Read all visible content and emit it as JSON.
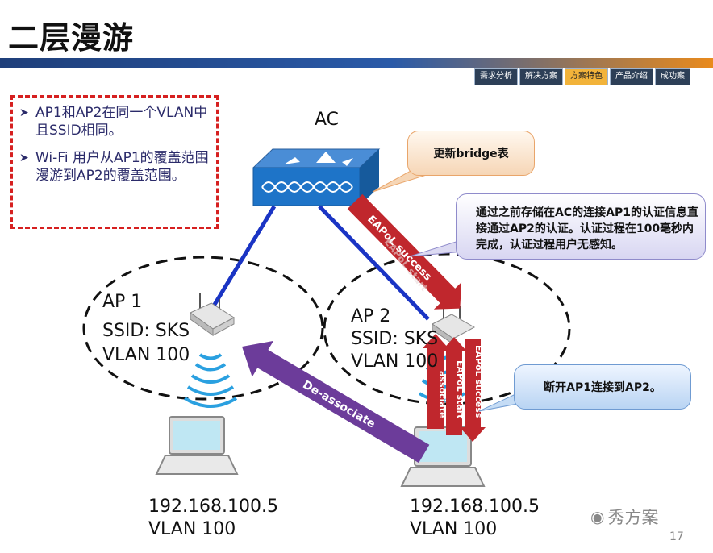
{
  "title": "二层漫游",
  "nav_tabs": [
    {
      "label": "需求分析",
      "active": false
    },
    {
      "label": "解决方案",
      "active": false
    },
    {
      "label": "方案特色",
      "active": true
    },
    {
      "label": "产品介绍",
      "active": false
    },
    {
      "label": "成功案",
      "active": false
    }
  ],
  "bullets": [
    "AP1和AP2在同一个VLAN中且SSID相同。",
    "Wi-Fi 用户从AP1的覆盖范围漫游到AP2的覆盖范围。"
  ],
  "ac": {
    "label": "AC"
  },
  "ap1": {
    "name": "AP 1",
    "ssid": "SSID: SKS",
    "vlan": "VLAN 100"
  },
  "ap2": {
    "name": "AP 2",
    "ssid": "SSID: SKS",
    "vlan": "VLAN 100"
  },
  "client1": {
    "ip": "192.168.100.5",
    "vlan": "VLAN 100"
  },
  "client2": {
    "ip": "192.168.100.5",
    "vlan": "VLAN 100"
  },
  "callouts": {
    "bridge": "更新bridge表",
    "auth": "通过之前存储在AC的连接AP1的认证信息直接通过AP2的认证。认证过程在100毫秒内完成，认证过程用户无感知。",
    "disconnect": "断开AP1连接到AP2。"
  },
  "arrows": {
    "eapol_success": "EAPoL success",
    "eapol_start": "EAPoL start",
    "associate": "associate",
    "deassociate": "De-associate"
  },
  "watermark": "秀方案",
  "page_number": "17",
  "colors": {
    "link_line": "#1a34c4",
    "red_arrow": "#c0272d",
    "purple_arrow": "#6c3c9a",
    "dashed_box": "#d62020"
  }
}
